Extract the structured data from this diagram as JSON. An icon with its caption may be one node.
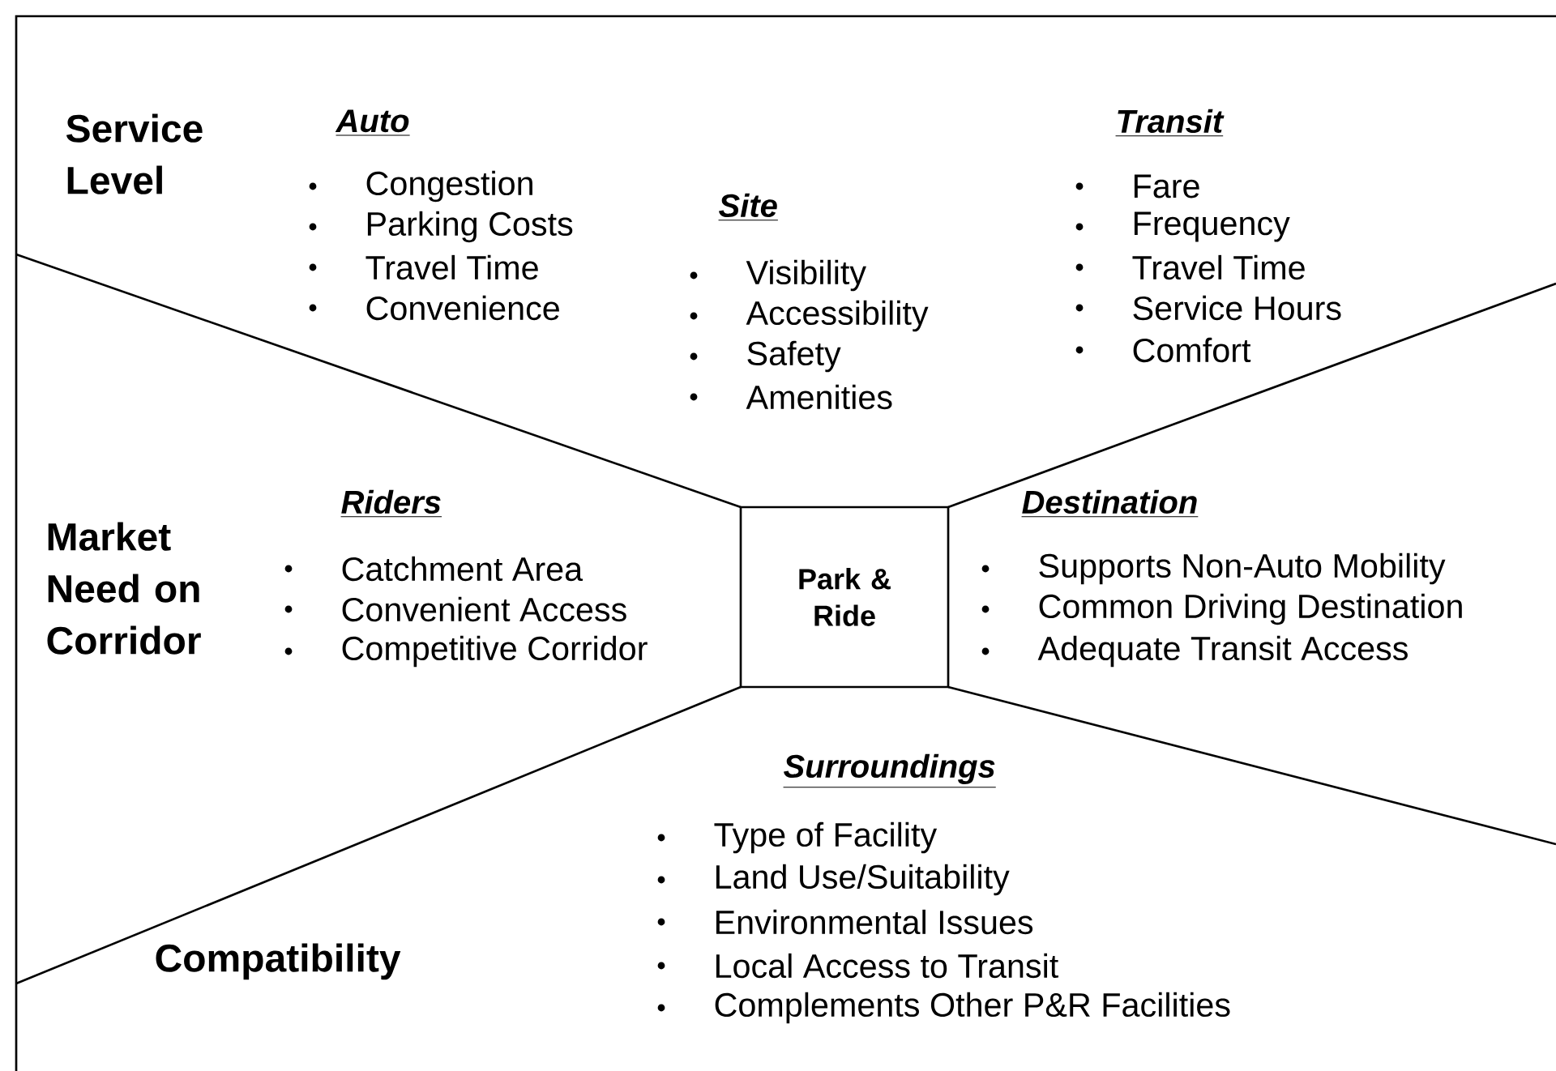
{
  "diagram": {
    "nodes": [
      {
        "text": [
          "Park & Ride"
        ]
      }
    ],
    "labels": [
      "Service Level",
      "Auto",
      "Congestion",
      "Parking Costs",
      "Travel Time",
      "Convenience",
      "Site",
      "Visibility",
      "Accessibility",
      "Safety",
      "Amenities",
      "Transit",
      "Fare",
      "Frequency",
      "Travel Time",
      "Service Hours",
      "Comfort",
      "Market Need on Corridor",
      "Riders",
      "Catchment Area",
      "Convenient Access",
      "Competitive Corridor",
      "Destination",
      "Supports Non-Auto Mobility",
      "Common Driving Destination",
      "Adequate Transit Access",
      "Surroundings",
      "Compatibility",
      "Type of Facility",
      "Land Use/Suitability",
      "Environmental Issues",
      "Local Access to Transit",
      "Complements Other P&R Facilities"
    ]
  }
}
